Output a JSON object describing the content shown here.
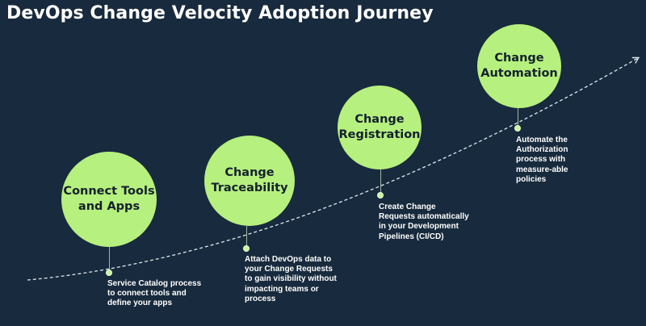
{
  "title": "DevOps Change Velocity Adoption Journey",
  "colors": {
    "background": "#182a3d",
    "stage_fill": "#b6f07e",
    "stage_text": "#14202e",
    "description_text": "#ffffff",
    "curve": "#dfe8ee"
  },
  "stages": [
    {
      "label": "Connect Tools\nand Apps",
      "description": "Service Catalog process to connect tools and define your apps"
    },
    {
      "label": "Change\nTraceability",
      "description": "Attach DevOps data to your Change Requests to gain visibility without impacting teams or process"
    },
    {
      "label": "Change\nRegistration",
      "description": "Create Change Requests automatically in your Development Pipelines (CI/CD)"
    },
    {
      "label": "Change\nAutomation",
      "description": "Automate the Authorization process with measure-able policies"
    }
  ],
  "curve_icon": "dashed-arrow-curve"
}
